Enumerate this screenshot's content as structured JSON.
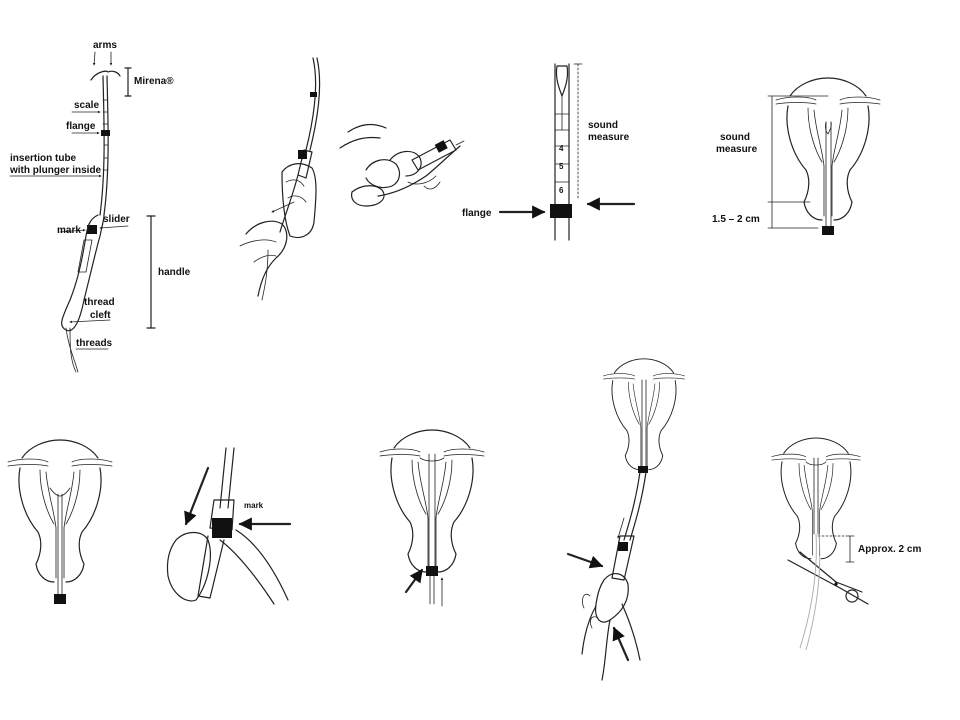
{
  "labels": {
    "arms": "arms",
    "mirena": "Mirena®",
    "scale": "scale",
    "flange": "flange",
    "insertion_tube_1": "insertion tube",
    "insertion_tube_2": "with plunger inside",
    "mark": "mark",
    "slider": "slider",
    "handle": "handle",
    "thread_cleft_1": "thread",
    "thread_cleft_2": "cleft",
    "threads": "threads",
    "sound_measure_1": "sound",
    "sound_measure_2": "measure",
    "flange_2": "flange",
    "sound_measure_b1": "sound",
    "sound_measure_b2": "measure",
    "distance": "1.5 – 2 cm",
    "mark_2": "mark",
    "approx": "Approx. 2 cm"
  },
  "scale_numbers": [
    "4",
    "5",
    "6"
  ]
}
